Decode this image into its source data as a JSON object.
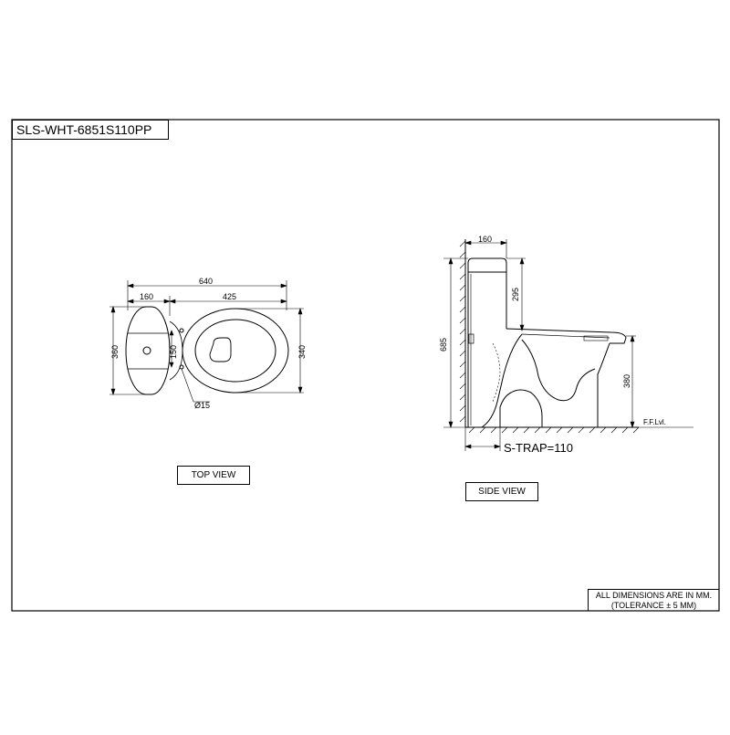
{
  "drawing": {
    "model_code": "SLS-WHT-6851S110PP",
    "views": {
      "top": "TOP VIEW",
      "side": "SIDE VIEW"
    },
    "note": {
      "line1": "ALL DIMENSIONS ARE IN MM.",
      "line2": "(TOLERANCE ± 5 MM)"
    }
  },
  "top_view": {
    "overall_length": "640",
    "tank_depth": "160",
    "bowl_length": "425",
    "tank_width": "360",
    "bowl_width": "340",
    "hole_spacing": "150",
    "hole_diameter": "Ø15"
  },
  "side_view": {
    "tank_depth": "160",
    "overall_height": "685",
    "tank_height": "295",
    "seat_height": "380",
    "floor_label": "F.F.Lvl.",
    "trap_label": "S-TRAP=110"
  }
}
